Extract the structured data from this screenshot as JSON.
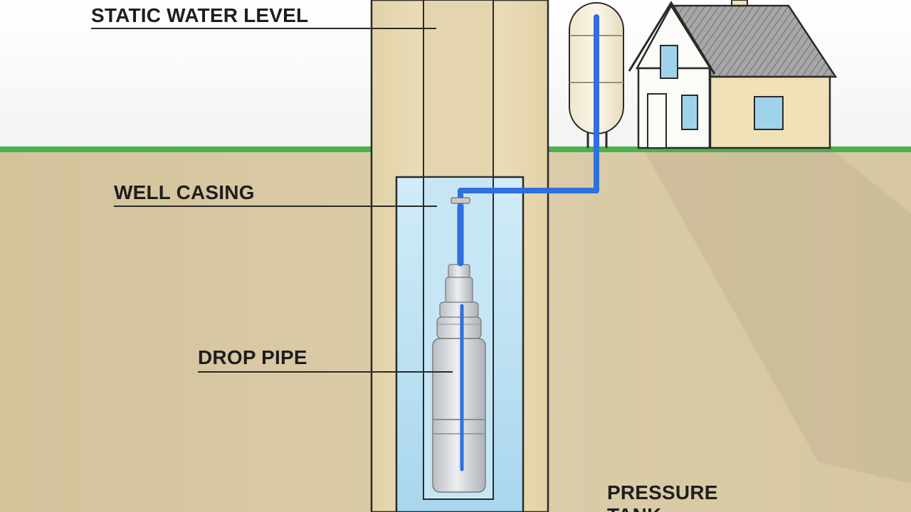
{
  "labels": {
    "static_water_level": "STATIC WATER LEVEL",
    "well_casing": "WELL CASING",
    "drop_pipe": "DROP PIPE",
    "pressure_tank_line1": "PRESSURE",
    "pressure_tank_line2": "TANK"
  },
  "colors": {
    "sky": "#ffffff",
    "soil": "#d8c9a3",
    "grass": "#4caf50",
    "casing": "#e9dcb6",
    "water": "#bfe0f2",
    "pipe": "#2f6fe0",
    "outline": "#2a2a2a",
    "house_wall": "#f0e1b8",
    "roof": "#9a9a9a",
    "window": "#9fd3ec",
    "pump": "#d4d7dc"
  }
}
